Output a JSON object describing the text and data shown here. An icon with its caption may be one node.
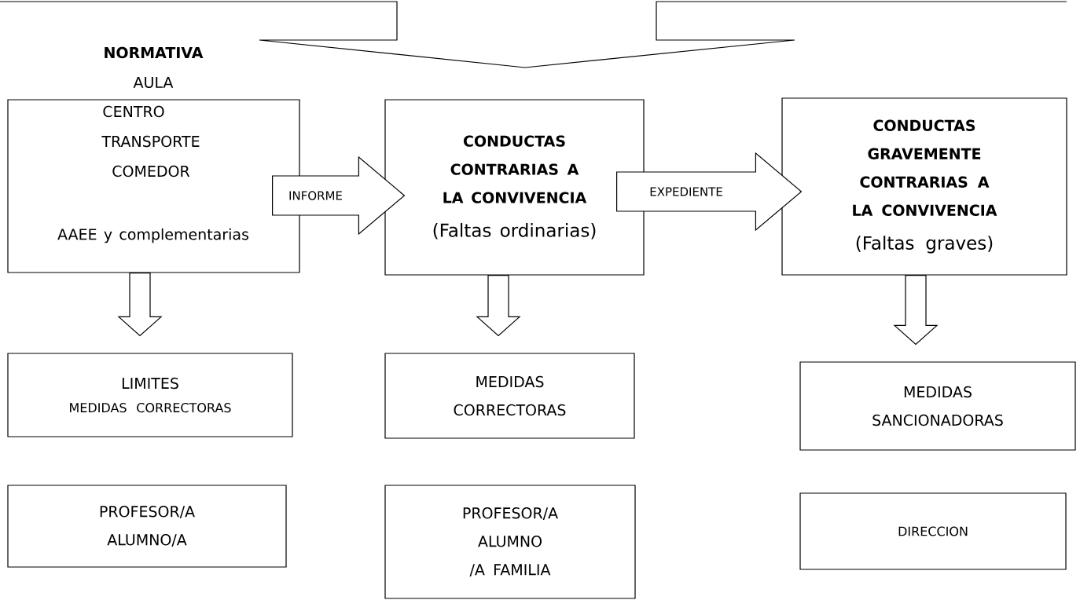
{
  "diagram": {
    "nodes": [
      {
        "text": [
          "NORMATIVA",
          "AULA",
          "CENTRO",
          "TRANSPORTE",
          "COMEDOR",
          "AAEE y complementarias"
        ]
      },
      {
        "text": [
          "CONDUCTAS CONTRARIAS A LA CONVIVENCIA",
          "(Faltas ordinarias)"
        ]
      },
      {
        "text": [
          "CONDUCTAS GRAVEMENTE CONTRARIAS A LA CONVIVENCIA",
          "(Faltas graves)"
        ]
      },
      {
        "text": [
          "LIMITES",
          "MEDIDAS CORRECTORAS"
        ]
      },
      {
        "text": [
          "MEDIDAS CORRECTORAS"
        ]
      },
      {
        "text": [
          "MEDIDAS SANCIONADORAS"
        ]
      },
      {
        "text": [
          "PROFESOR/A ALUMNO/A"
        ]
      },
      {
        "text": [
          "PROFESOR/A ALUMNO /A FAMILIA"
        ]
      },
      {
        "text": [
          "DIRECCION"
        ]
      }
    ],
    "edges": [
      {
        "from": 0,
        "to": 1,
        "arrow": "to",
        "label": "INFORME"
      },
      {
        "from": 1,
        "to": 2,
        "arrow": "to",
        "label": "EXPEDIENTE"
      },
      {
        "from": 0,
        "to": 3,
        "arrow": "to"
      },
      {
        "from": 1,
        "to": 4,
        "arrow": "to"
      },
      {
        "from": 2,
        "to": 5,
        "arrow": "to"
      }
    ]
  }
}
